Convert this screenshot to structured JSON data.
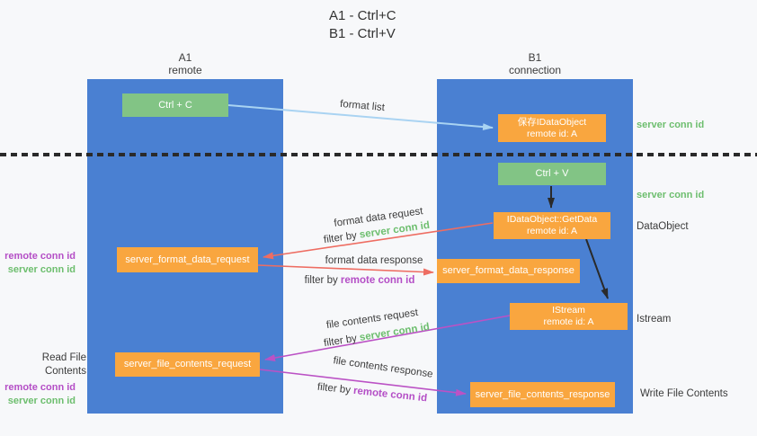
{
  "title": {
    "line1": "A1 - Ctrl+C",
    "line2": "B1 - Ctrl+V"
  },
  "lanes": {
    "a1": {
      "name": "A1",
      "subtitle": "remote"
    },
    "b1": {
      "name": "B1",
      "subtitle": "connection"
    }
  },
  "nodes": {
    "ctrl_c": {
      "label": "Ctrl + C"
    },
    "ctrl_v": {
      "label": "Ctrl + V"
    },
    "save_idataobject": {
      "line1": "保存IDataObject",
      "line2": "remote id: A"
    },
    "getdata": {
      "line1": "IDataObject::GetData",
      "line2": "remote id: A"
    },
    "format_request": {
      "label": "server_format_data_request"
    },
    "format_response": {
      "label": "server_format_data_response"
    },
    "istream": {
      "line1": "IStream",
      "line2": "remote id: A"
    },
    "file_request": {
      "label": "server_file_contents_request"
    },
    "file_response": {
      "label": "server_file_contents_response"
    }
  },
  "edge_labels": {
    "format_list": "format list",
    "format_data_request": "format data request",
    "format_data_response": "format data response",
    "file_contents_request": "file contents request",
    "file_contents_response": "file contents response",
    "filter_req_format": {
      "prefix": "filter by ",
      "keyword": "server conn id"
    },
    "filter_resp_format": {
      "prefix": "filter by ",
      "keyword": "remote conn id"
    },
    "filter_req_file": {
      "prefix": "filter by ",
      "keyword": "server conn id"
    },
    "filter_resp_file": {
      "prefix": "filter by ",
      "keyword": "remote conn id"
    }
  },
  "side_labels": {
    "right_server_conn_top": "server conn id",
    "right_server_conn_mid": "server conn id",
    "dataobject": "DataObject",
    "istream": "Istream",
    "write_file_contents": "Write File Contents",
    "left_remote_conn_top": "remote conn id",
    "left_server_conn_top": "server conn id",
    "read_file_contents": "Read File Contents",
    "left_remote_conn_bottom": "remote conn id",
    "left_server_conn_bottom": "server conn id"
  },
  "colors": {
    "lane_blue": "#4a80d2",
    "node_green": "#82c485",
    "node_orange": "#f9a63f",
    "arrow_light_blue": "#a9d3f2",
    "arrow_red": "#ee6d62",
    "arrow_purple": "#bb52c5",
    "arrow_black": "#2a2a2a",
    "text_green": "#6dbe6e",
    "text_purple": "#b44ec6"
  }
}
